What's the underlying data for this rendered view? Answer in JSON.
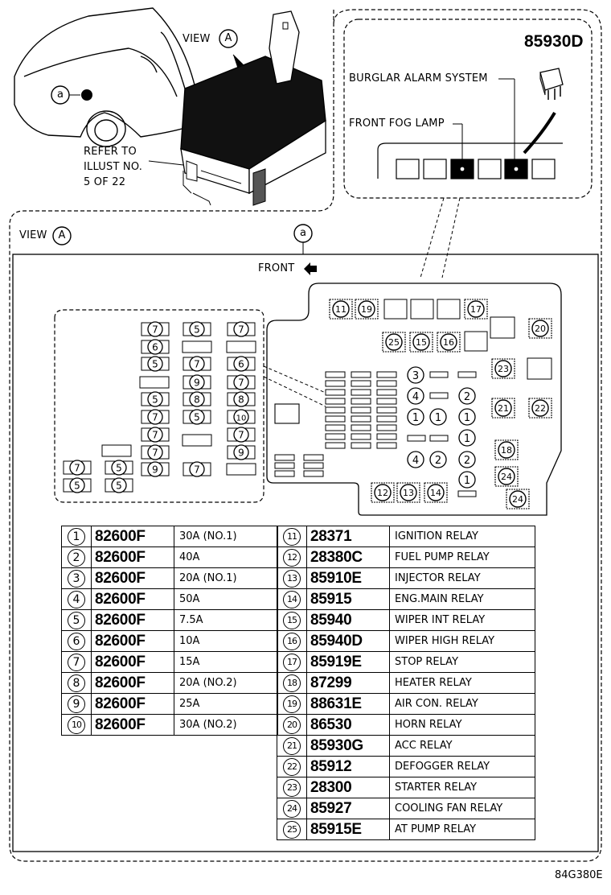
{
  "top_callouts": {
    "view_a": "VIEW",
    "view_letter": "A",
    "callout_a": "a",
    "refer_line1": "REFER TO",
    "refer_line2": "ILLUST NO.",
    "refer_line3": "5 OF 22"
  },
  "inset": {
    "part_number": "85930D",
    "burglar": "BURGLAR ALARM SYSTEM",
    "fog": "FRONT FOG LAMP"
  },
  "main": {
    "view_a": "VIEW",
    "view_letter": "A",
    "callout_a": "a",
    "front": "FRONT"
  },
  "fuses": [
    {
      "n": "1",
      "part": "82600F",
      "desc": "30A (NO.1)"
    },
    {
      "n": "2",
      "part": "82600F",
      "desc": "40A"
    },
    {
      "n": "3",
      "part": "82600F",
      "desc": "20A (NO.1)"
    },
    {
      "n": "4",
      "part": "82600F",
      "desc": "50A"
    },
    {
      "n": "5",
      "part": "82600F",
      "desc": "7.5A"
    },
    {
      "n": "6",
      "part": "82600F",
      "desc": "10A"
    },
    {
      "n": "7",
      "part": "82600F",
      "desc": "15A"
    },
    {
      "n": "8",
      "part": "82600F",
      "desc": "20A (NO.2)"
    },
    {
      "n": "9",
      "part": "82600F",
      "desc": "25A"
    },
    {
      "n": "10",
      "part": "82600F",
      "desc": "30A (NO.2)"
    }
  ],
  "relays": [
    {
      "n": "11",
      "part": "28371",
      "desc": "IGNITION RELAY"
    },
    {
      "n": "12",
      "part": "28380C",
      "desc": "FUEL PUMP RELAY"
    },
    {
      "n": "13",
      "part": "85910E",
      "desc": "INJECTOR RELAY"
    },
    {
      "n": "14",
      "part": "85915",
      "desc": "ENG.MAIN RELAY"
    },
    {
      "n": "15",
      "part": "85940",
      "desc": "WIPER INT RELAY"
    },
    {
      "n": "16",
      "part": "85940D",
      "desc": "WIPER HIGH RELAY"
    },
    {
      "n": "17",
      "part": "85919E",
      "desc": "STOP RELAY"
    },
    {
      "n": "18",
      "part": "87299",
      "desc": "HEATER RELAY"
    },
    {
      "n": "19",
      "part": "88631E",
      "desc": "AIR CON. RELAY"
    },
    {
      "n": "20",
      "part": "86530",
      "desc": "HORN RELAY"
    },
    {
      "n": "21",
      "part": "85930G",
      "desc": "ACC RELAY"
    },
    {
      "n": "22",
      "part": "85912",
      "desc": "DEFOGGER RELAY"
    },
    {
      "n": "23",
      "part": "28300",
      "desc": "STARTER RELAY"
    },
    {
      "n": "24",
      "part": "85927",
      "desc": "COOLING FAN RELAY"
    },
    {
      "n": "25",
      "part": "85915E",
      "desc": "AT PUMP RELAY"
    }
  ],
  "diagram_labels": {
    "left_block": [
      "7",
      "5",
      "7",
      "6",
      "5",
      "7",
      "6",
      "9",
      "7",
      "5",
      "8",
      "8",
      "7",
      "5",
      "10",
      "7",
      "7",
      "7",
      "9",
      "9",
      "7",
      "7",
      "5",
      "5"
    ],
    "right_fuses": [
      "3",
      "4",
      "1",
      "1",
      "2",
      "1",
      "1",
      "4",
      "2",
      "2",
      "1"
    ],
    "relay_tops": [
      "11",
      "19",
      "17",
      "20",
      "25",
      "15",
      "16",
      "23",
      "21",
      "22",
      "18",
      "24",
      "24",
      "12",
      "13",
      "14"
    ]
  },
  "footer": {
    "code": "84G380E"
  }
}
